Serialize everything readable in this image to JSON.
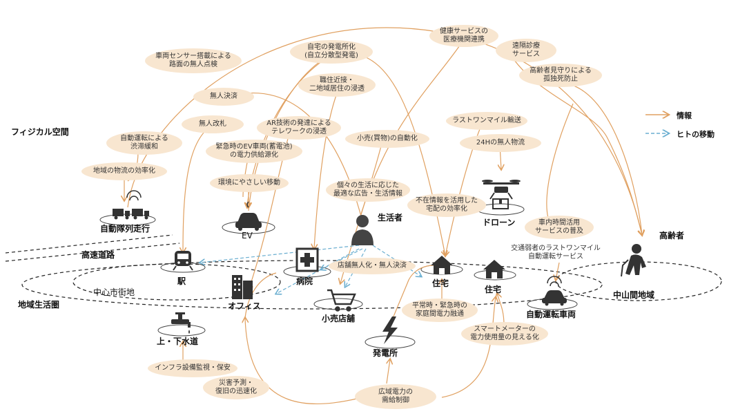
{
  "zones": {
    "physical_space": "フィジカル空間",
    "highway": "高速道路",
    "regional_area": "地域生活圏",
    "city_center": "中心市街地",
    "mountain_area": "中山間地域"
  },
  "legend": {
    "info": "情報",
    "people_movement": "ヒトの移動",
    "info_color": "#e0a060",
    "movement_color": "#6aaed0"
  },
  "nodes": {
    "platoon": "自動隊列走行",
    "ev": "EV",
    "drone": "ドローン",
    "resident": "生活者",
    "elderly": "高齢者",
    "station": "駅",
    "office": "オフィス",
    "hospital": "病院",
    "store": "小売店舗",
    "house1": "住宅",
    "house2": "住宅",
    "auto_vehicle": "自動運転車両",
    "water": "上・下水道",
    "power_plant": "発電所"
  },
  "bubbles": {
    "vehicle_sensor": "車両センサー搭載による\n路面の無人点検",
    "home_power": "自宅の発電所化\n(自立分散型発電)",
    "health_service": "健康サービスの\n医療機関連携",
    "remote_diagnosis": "遠隔診療\nサービス",
    "elderly_watch": "高齢者見守りによる\n孤独死防止",
    "work_home": "職住近接・\n二地域居住の浸透",
    "unmanned_payment": "無人決済",
    "unmanned_gate": "無人改札",
    "ar_telework": "AR技術の発達による\nテレワークの浸透",
    "last_mile": "ラストワンマイル輸送",
    "retail_auto": "小売(買物)の自動化",
    "drone_24h": "24Hの無人物流",
    "traffic_relief": "自動運転による\n渋滞緩和",
    "ev_power": "緊急時のEV車両(蓄電池)\nの電力供給源化",
    "local_logistics": "地域の物流の効率化",
    "eco_move": "環境にやさしい移動",
    "personal_ads": "個々の生活に応じた\n最適な広告・生活情報",
    "absence_info": "不在情報を活用した\n宅配の効率化",
    "in_car_time": "車内時間活用\nサービスの普及",
    "weak_transport": "交通弱者のラストワンマイル\n自動運転サービス",
    "store_unmanned": "店舗無人化・無人決済",
    "power_exchange": "平常時・緊急時の\n家庭間電力融通",
    "smart_meter": "スマートメーターの\n電力使用量の見える化",
    "infra_monitor": "インフラ設備監視・保安",
    "disaster": "災害予測・\n復旧の迅速化",
    "wide_power": "広域電力の\n需給制御"
  }
}
